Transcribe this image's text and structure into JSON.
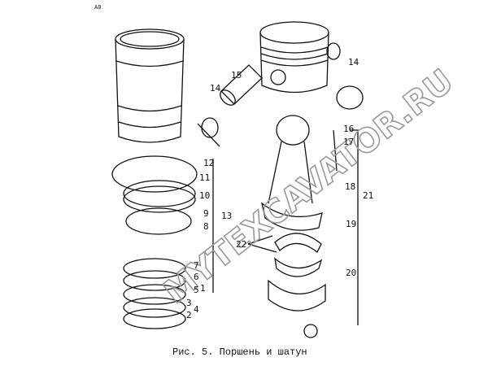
{
  "caption": "Рис. 5. Поршень и шатун",
  "watermark": "MYTEXCAVATOR.RU",
  "corner_mark": "A0",
  "labels": {
    "l1": "1",
    "l2": "2",
    "l3": "3",
    "l4": "4",
    "l5": "5",
    "l6": "6",
    "l7": "7",
    "l8": "8",
    "l9": "9",
    "l10": "10",
    "l11": "11",
    "l12": "12",
    "l13": "13",
    "l14a": "14",
    "l14b": "14",
    "l15": "15",
    "l16": "16",
    "l17": "17",
    "l18": "18",
    "l19": "19",
    "l20": "20",
    "l21": "21",
    "l22": "22"
  }
}
